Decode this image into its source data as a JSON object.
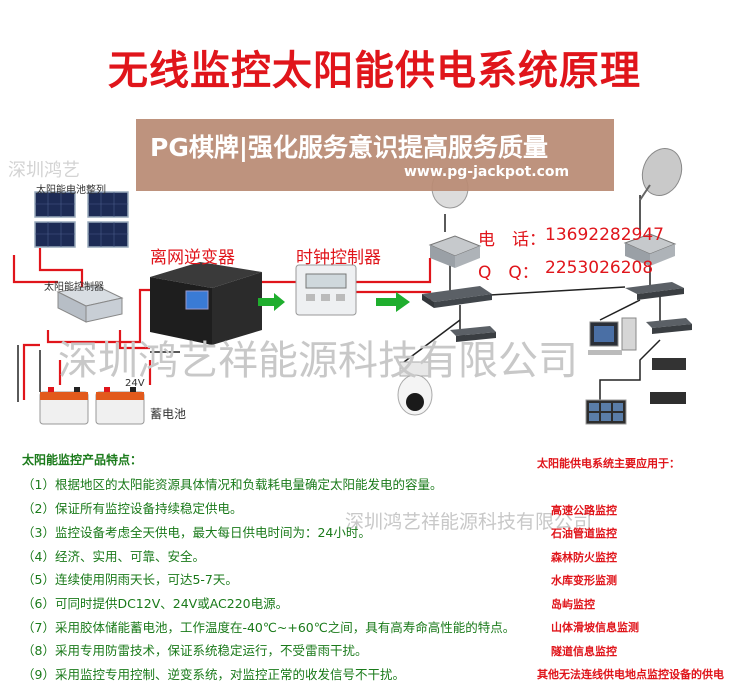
{
  "title": "无线监控太阳能供电系统原理",
  "banner": {
    "headline": "PG棋牌|强化服务意识提高服务质量",
    "url": "www.pg-jackpot.com"
  },
  "watermarks": {
    "center": "深圳鸿艺祥能源科技有限公司",
    "mid_right": "深圳鸿艺祥能源科技有限公司",
    "top_left": "深圳鸿艺"
  },
  "components": {
    "solar_array": "太阳能电池整列",
    "controller": "太阳能控制器",
    "inverter": "离网逆变器",
    "timer": "时钟控制器",
    "battery": "蓄电池",
    "battery_voltage": "24V"
  },
  "contact": {
    "phone_label": "电　话：",
    "phone": "13692282947",
    "qq_label": "Q　Q：",
    "qq": "2253026208"
  },
  "features": {
    "title": "太阳能监控产品特点：",
    "items": [
      "（1）根据地区的太阳能资源具体情况和负载耗电量确定太阳能发电的容量。",
      "（2）保证所有监控设备持续稳定供电。",
      "（3）监控设备考虑全天供电，最大每日供电时间为：24小时。",
      "（4）经济、实用、可靠、安全。",
      "（5）连续使用阴雨天长，可达5-7天。",
      "（6）可同时提供DC12V、24V或AC220电源。",
      "（7）采用胶体储能蓄电池，工作温度在-40℃~+60℃之间，具有高寿命高性能的特点。",
      "（8）采用专用防雷技术，保证系统稳定运行，不受雷雨干扰。",
      "（9）采用监控专用控制、逆变系统，对监控正常的收发信号不干扰。"
    ]
  },
  "applications": {
    "title": "太阳能供电系统主要应用于：",
    "items": [
      "高速公路监控",
      "石油管道监控",
      "森林防火监控",
      "水库变形监测",
      "岛屿监控",
      "山体滑坡信息监测",
      "隧道信息监控",
      "其他无法连线供电地点监控设备的供电"
    ]
  },
  "colors": {
    "title_red": "#e0151b",
    "feature_green": "#1a7a1a",
    "wire_red": "#e0151b",
    "arrow_green": "#1fae2e"
  }
}
